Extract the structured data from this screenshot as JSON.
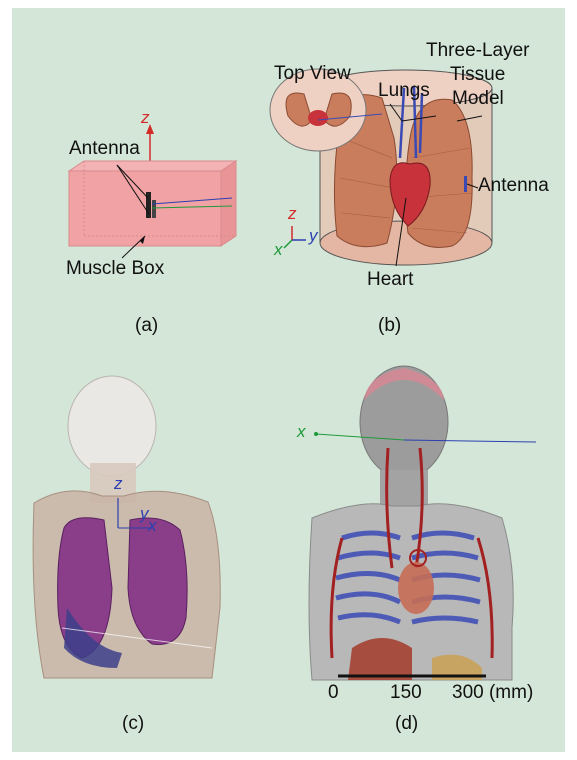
{
  "panel_a": {
    "caption": "(a)",
    "labels": {
      "antenna": "Antenna",
      "muscle_box": "Muscle Box"
    },
    "axis_z": "z"
  },
  "panel_b": {
    "caption": "(b)",
    "labels": {
      "top_view": "Top View",
      "lungs": "Lungs",
      "tissue_line1": "Three-Layer",
      "tissue_line2": "Tissue",
      "tissue_line3": "Model",
      "antenna": "Antenna",
      "heart": "Heart"
    },
    "axes": {
      "z": "z",
      "x": "x",
      "y": "y"
    }
  },
  "panel_c": {
    "caption": "(c)",
    "axes": {
      "z": "z",
      "y": "y",
      "x": "x"
    }
  },
  "panel_d": {
    "caption": "(d)",
    "axes": {
      "x": "x"
    },
    "scale": {
      "ticks": [
        "0",
        "150",
        "300 (mm)"
      ]
    }
  },
  "colors": {
    "background": "#d3e6d7",
    "z_axis": "#d42a2a",
    "x_axis": "#1f9a3a",
    "y_axis": "#2b3fb0",
    "muscle_box": "#f0a2a4",
    "lung_tissue": "#c97d5c",
    "heart": "#c8323a"
  }
}
